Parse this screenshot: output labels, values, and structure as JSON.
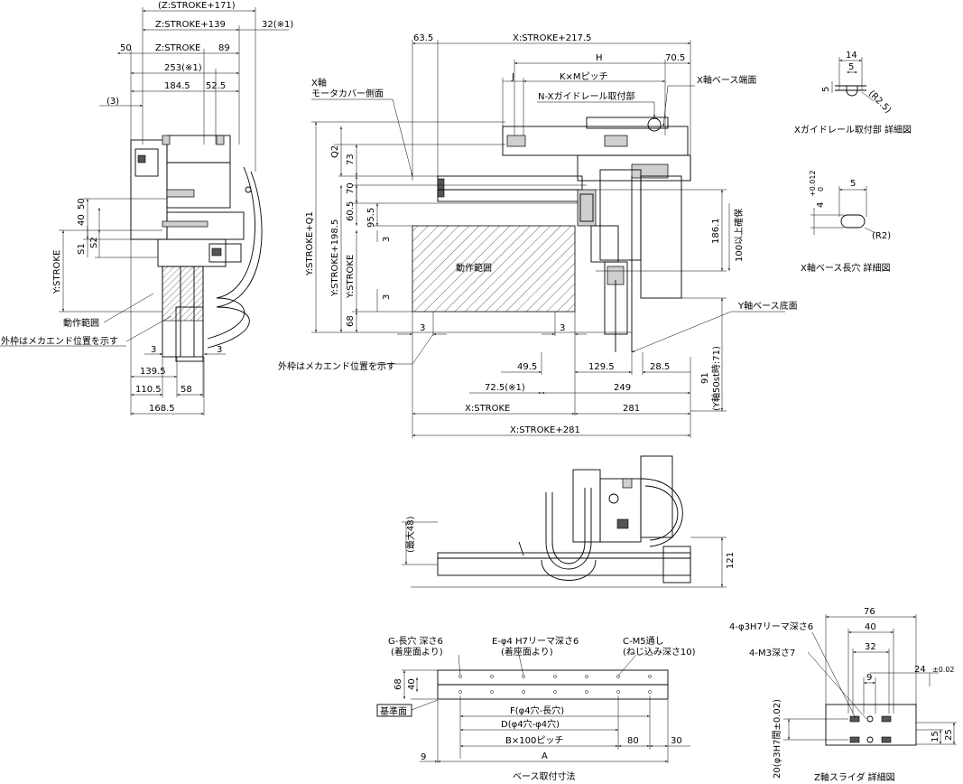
{
  "dims_top_left": {
    "z_stroke_171": "(Z:STROKE+171)",
    "z_stroke_139": "Z:STROKE+139",
    "d32": "32(※1)",
    "d50": "50",
    "z_stroke": "Z:STROKE",
    "d89": "89",
    "d253": "253(※1)",
    "d184_5": "184.5",
    "d52_5": "52.5",
    "d3": "(3)",
    "d40": "40",
    "d50b": "50",
    "s1": "S1",
    "s2": "S2",
    "y_stroke": "Y:STROKE",
    "motion_range": "動作範囲",
    "outer_frame": "外枠はメカエンド位置を示す",
    "d3b": "3",
    "d3c": "3",
    "d139_5": "139.5",
    "d110_5": "110.5",
    "d58": "58",
    "d168_5": "168.5"
  },
  "dims_center": {
    "d63_5": "63.5",
    "x_stroke_217": "X:STROKE+217.5",
    "h": "H",
    "d70_5": "70.5",
    "j": "J",
    "kxm": "K×Mピッチ",
    "n_guide": "N-Xガイドレール取付部",
    "x_base_end": "X軸ベース端面",
    "x_motor_1": "X軸",
    "x_motor_2": "モータカバー側面",
    "q2": "Q2",
    "d73": "73",
    "d70": "70",
    "y_stroke_q1": "Y:STROKE+Q1",
    "y_stroke_198": "Y:STROKE+198.5",
    "d60_5": "60.5",
    "d95_5": "95.5",
    "d3": "3",
    "y_stroke": "Y:STROKE",
    "d3b": "3",
    "d68": "68",
    "motion_range": "動作範囲",
    "d186_1": "186.1",
    "d100_clear": "100以上確保",
    "y_base_bottom": "Y軸ベース底面",
    "d3c": "3",
    "d3d": "3",
    "outer_frame": "外枠はメカエンド位置を示す",
    "d49_5": "49.5",
    "d129_5": "129.5",
    "d28_5": "28.5",
    "d72_5": "72.5(※1)",
    "d249": "249",
    "d91": "91",
    "d91_note": "(Y軸50st時:71)",
    "x_stroke": "X:STROKE",
    "d281": "281",
    "x_stroke_281": "X:STROKE+281"
  },
  "details": {
    "guide_14": "14",
    "guide_5": "5",
    "guide_5b": "5",
    "guide_r": "(R2.5)",
    "guide_title": "Xガイドレール取付部 詳細図",
    "slot_tol_1": "+0.012",
    "slot_tol_2": "0",
    "slot_4": "4",
    "slot_5": "5",
    "slot_r": "(R2)",
    "slot_title": "X軸ベース長穴 詳細図"
  },
  "dims_side": {
    "max48": "(最大48)",
    "d121": "121"
  },
  "dims_base": {
    "g_slot_1": "G-長穴 深さ6",
    "g_slot_2": "(着座面より)",
    "e_hole_1": "E-φ4 H7リーマ深さ6",
    "e_hole_2": "(着座面より)",
    "c_m5_1": "C-M5通し",
    "c_m5_2": "(ねじ込み深さ10)",
    "d68": "68",
    "d40": "40",
    "datum": "基準面",
    "f_label": "F(φ4穴-長穴)",
    "d_label": "D(φ4穴-φ4穴)",
    "b_label": "B×100ピッチ",
    "d80": "80",
    "d30": "30",
    "d9": "9",
    "a_label": "A",
    "title": "ベース取付寸法"
  },
  "dims_slider": {
    "d76": "76",
    "h7": "4-φ3H7リーマ深さ6",
    "d40": "40",
    "m3": "4-M3深さ7",
    "d32": "32",
    "d24": "24",
    "d24_tol": "±0.02",
    "d9": "9",
    "d20": "20(φ3H7間±0.02)",
    "d15": "15",
    "d25": "25",
    "title": "Z軸スライダ 詳細図"
  }
}
